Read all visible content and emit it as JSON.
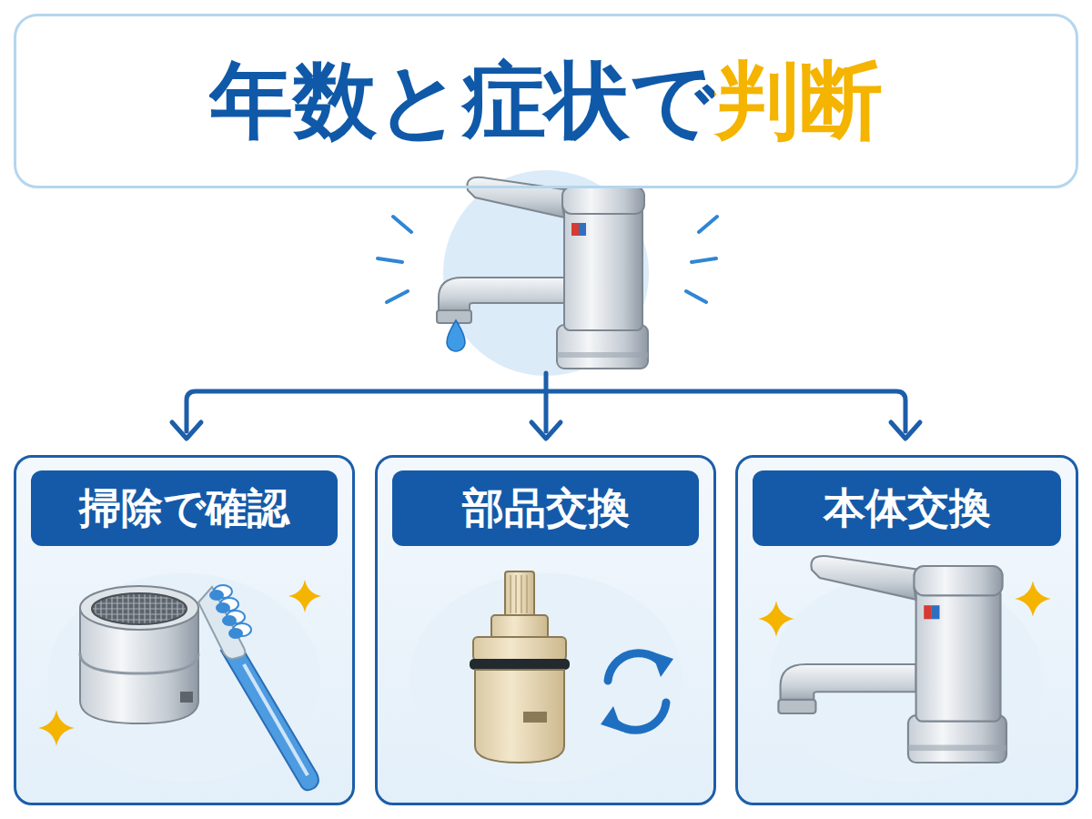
{
  "diagram": {
    "title": "年数と症状で判断",
    "nodes": [
      {
        "text": [
          "掃除で確認"
        ]
      },
      {
        "text": [
          "部品交換"
        ]
      },
      {
        "text": [
          "本体交換"
        ]
      }
    ]
  }
}
